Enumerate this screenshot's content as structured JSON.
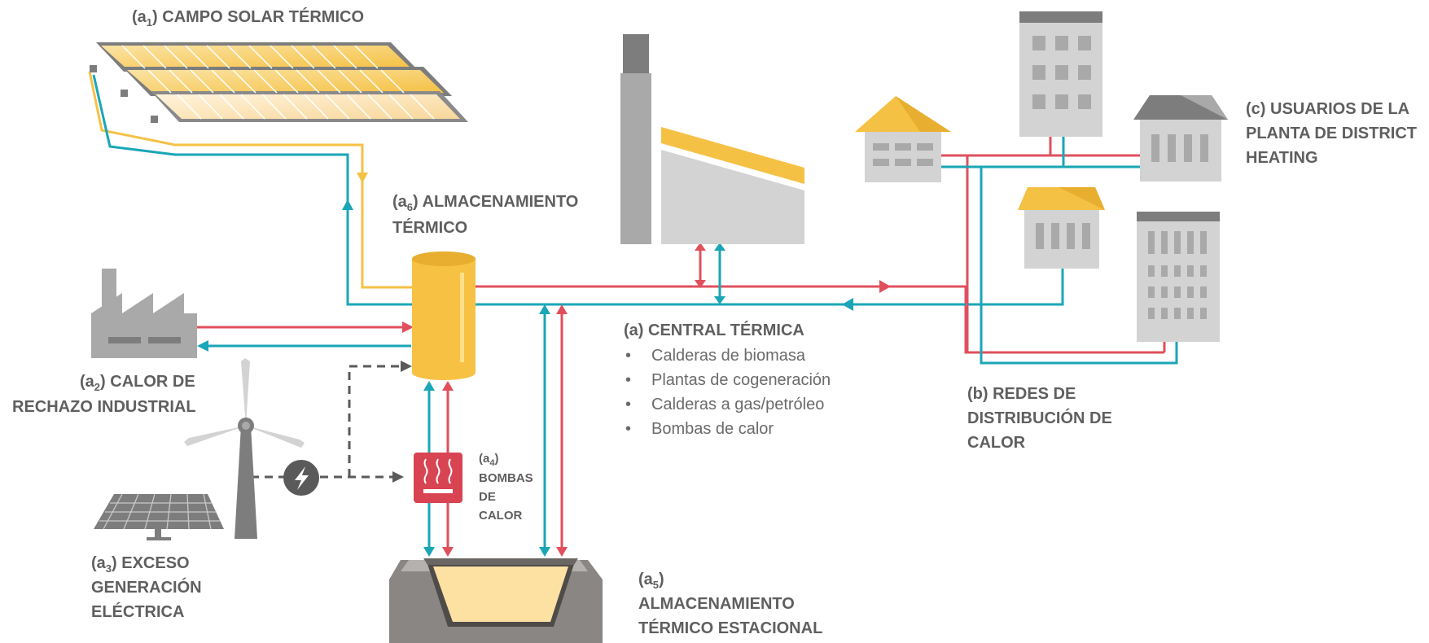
{
  "labels": {
    "a1_prefix": "(a",
    "a1_sub": "1",
    "a1_text": ") CAMPO SOLAR TÉRMICO",
    "a6_prefix": "(a",
    "a6_sub": "6",
    "a6_line1": ") ALMACENAMIENTO",
    "a6_line2": "TÉRMICO",
    "a2_prefix": "(a",
    "a2_sub": "2",
    "a2_line1": ") CALOR DE",
    "a2_line2": "RECHAZO INDUSTRIAL",
    "a3_prefix": "(a",
    "a3_sub": "3",
    "a3_line1": ") EXCESO",
    "a3_line2": "GENERACIÓN",
    "a3_line3": "ELÉCTRICA",
    "a4_prefix": "(a",
    "a4_sub": "4",
    "a4_suffix": ")",
    "a4_line2": "BOMBAS",
    "a4_line3": "DE",
    "a4_line4": "CALOR",
    "a5_prefix": "(a",
    "a5_sub": "5",
    "a5_suffix": ")",
    "a5_line2": "ALMACENAMIENTO",
    "a5_line3": "TÉRMICO ESTACIONAL",
    "a_title": "(a) CENTRAL TÉRMICA",
    "a_items": [
      "Calderas de biomasa",
      "Plantas de cogeneración",
      "Calderas a gas/petróleo",
      "Bombas de calor"
    ],
    "b_line1": "(b) REDES DE",
    "b_line2": "DISTRIBUCIÓN DE",
    "b_line3": "CALOR",
    "c_line1": "(c) USUARIOS DE LA",
    "c_line2": "PLANTA DE DISTRICT",
    "c_line3": "HEATING"
  },
  "colors": {
    "hot": "#e0505c",
    "cold": "#1aa6b7",
    "solar": "#f5c145",
    "storage": "#f7c244",
    "gray_dark": "#7d7d7d",
    "gray_mid": "#a9a9a9",
    "gray_light": "#d3d3d3",
    "label": "#5f5f5f",
    "heat_pump": "#d94453",
    "ground": "#8a8684",
    "pit_fill": "#fde1a3",
    "dashed": "#5a5a5a"
  },
  "icons": [
    "solar-collector-icon",
    "industrial-factory-icon",
    "wind-turbine-icon",
    "photovoltaic-panel-icon",
    "lightning-icon",
    "heat-pump-icon",
    "storage-tank-icon",
    "seasonal-storage-pit-icon",
    "power-plant-icon",
    "chimney-icon",
    "house-icon",
    "apartment-building-icon"
  ]
}
